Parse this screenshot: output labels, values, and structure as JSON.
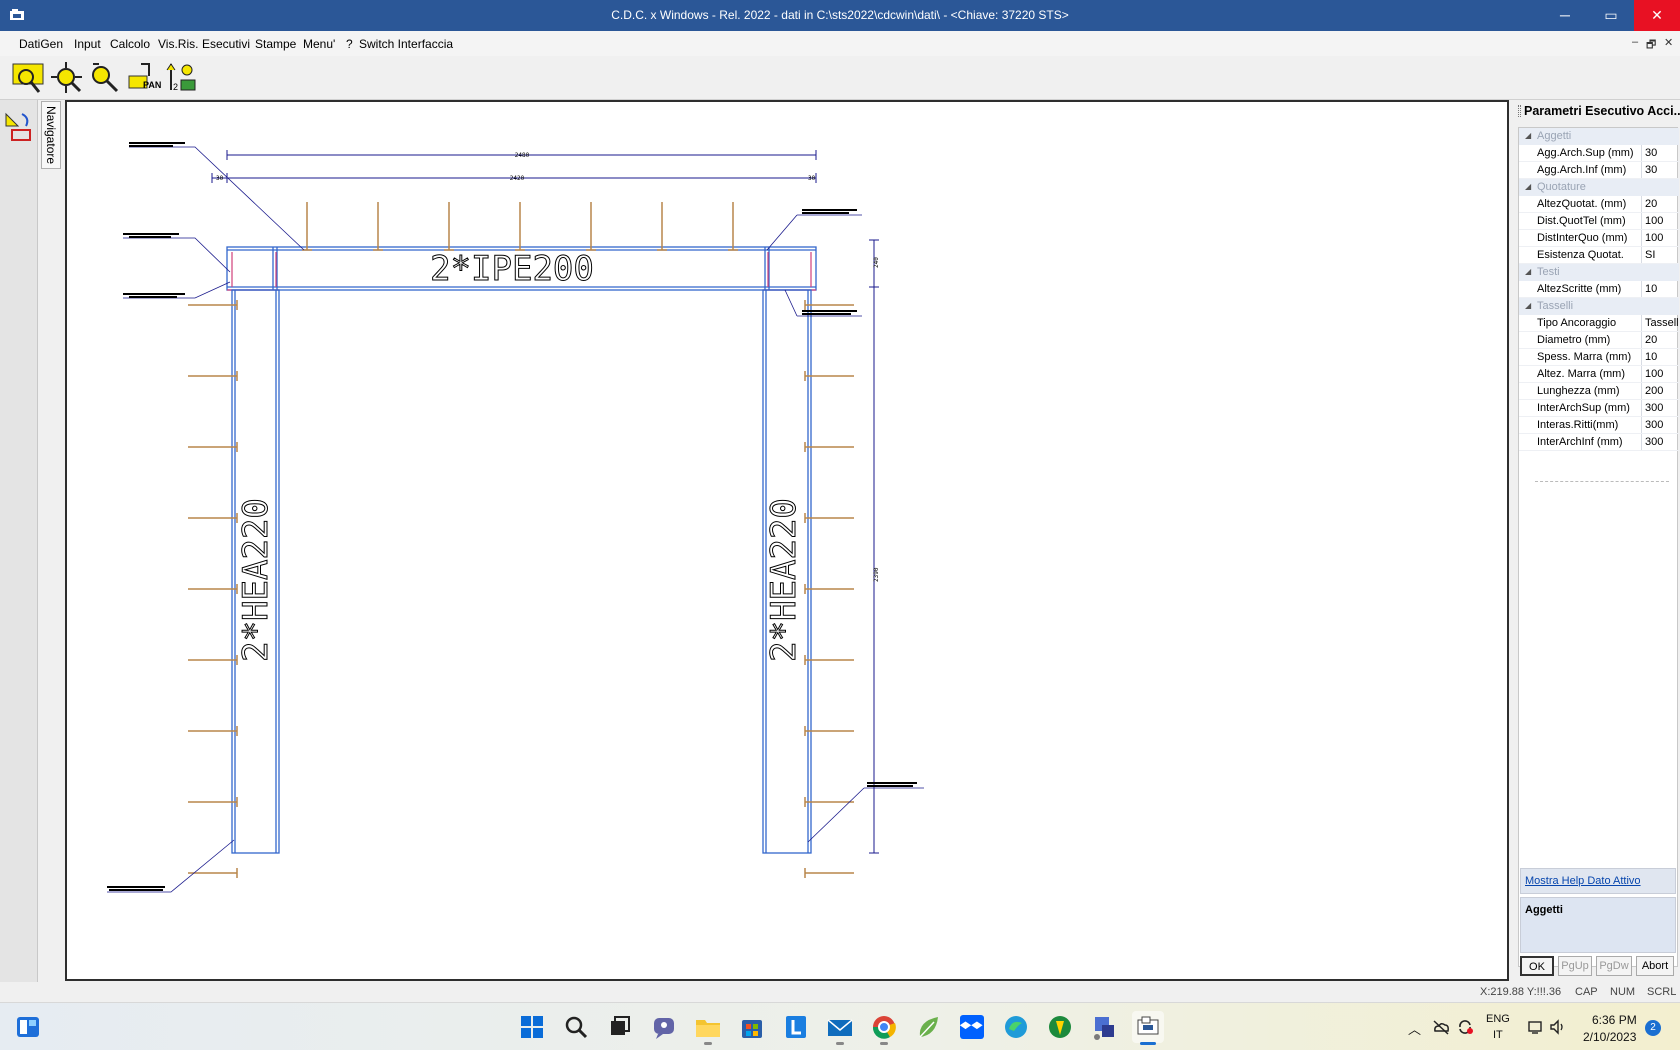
{
  "window": {
    "title": "C.D.C. x Windows - Rel. 2022 - dati in C:\\sts2022\\cdcwin\\dati\\ - <Chiave: 37220 STS>",
    "minimize": "─",
    "maximize": "▭",
    "close": "✕"
  },
  "menu": {
    "items": [
      "DatiGen",
      "Input",
      "Calcolo",
      "Vis.Ris.",
      "Esecutivi",
      "Stampe",
      "Menu'",
      "?",
      "Switch Interfaccia"
    ],
    "mdi_min": "‒",
    "mdi_restore": "🗗",
    "mdi_close": "✕"
  },
  "toolbar": {
    "icons": [
      "zoom-window-icon",
      "zoom-all-icon",
      "zoom-dynamic-icon",
      "pan-icon",
      "redraw-icon"
    ],
    "pan_label": "PAN",
    "redraw_label": "2"
  },
  "navigator": {
    "tab_label": "Navigatore"
  },
  "drawing": {
    "beam_label": "2*IPE200",
    "column_left_label": "2*HEA220",
    "column_right_label": "2*HEA220",
    "dim_top_total": "2480",
    "dim_top_inner": "2420",
    "dim_left_offset": "30",
    "dim_right_offset": "30",
    "dim_vertical_beam": "240",
    "dim_vertical_column": "2390",
    "colors": {
      "steel": "#3366cc",
      "anchor": "#b8864a",
      "dimension": "#1a1a8c",
      "weld": "#d0407a"
    }
  },
  "panel": {
    "title": "Parametri Esecutivo Acci...",
    "groups": [
      {
        "label": "Aggetti",
        "rows": [
          {
            "name": "Agg.Arch.Sup (mm)",
            "value": "30"
          },
          {
            "name": "Agg.Arch.Inf (mm)",
            "value": "30"
          }
        ]
      },
      {
        "label": "Quotature",
        "rows": [
          {
            "name": "AltezQuotat. (mm)",
            "value": "20"
          },
          {
            "name": "Dist.QuotTel (mm)",
            "value": "100"
          },
          {
            "name": "DistInterQuo (mm)",
            "value": "100"
          },
          {
            "name": "Esistenza Quotat.",
            "value": "SI"
          }
        ]
      },
      {
        "label": "Testi",
        "rows": [
          {
            "name": "AltezScritte (mm)",
            "value": "10"
          }
        ]
      },
      {
        "label": "Tasselli",
        "rows": [
          {
            "name": "Tipo Ancoraggio",
            "value": "Tasselli"
          },
          {
            "name": "Diametro    (mm)",
            "value": "20"
          },
          {
            "name": "Spess. Marra (mm)",
            "value": "10"
          },
          {
            "name": "Altez. Marra (mm)",
            "value": "100"
          },
          {
            "name": "Lunghezza    (mm)",
            "value": "200"
          },
          {
            "name": "InterArchSup (mm)",
            "value": "300"
          },
          {
            "name": "Interas.Ritti(mm)",
            "value": "300"
          },
          {
            "name": "InterArchInf (mm)",
            "value": "300"
          }
        ]
      }
    ],
    "help_link": "Mostra Help Dato Attivo",
    "help_text": "Aggetti",
    "buttons": {
      "ok": "OK",
      "pgup": "PgUp",
      "pgdw": "PgDw",
      "abort": "Abort"
    }
  },
  "status": {
    "coords": "X:219.88  Y:!!!.36",
    "cap": "CAP",
    "num": "NUM",
    "scrl": "SCRL"
  },
  "taskbar": {
    "apps": [
      "windows-start-icon",
      "search-icon",
      "task-view-icon",
      "chat-icon",
      "file-explorer-icon",
      "store-icon",
      "l-app-icon",
      "mail-icon",
      "chrome-icon",
      "leaf-app-icon",
      "dropbox-icon",
      "edge-icon",
      "green-app-icon",
      "network-app-icon",
      "cdc-app-icon"
    ],
    "lang_top": "ENG",
    "lang_bottom": "IT",
    "time": "6:36 PM",
    "date": "2/10/2023",
    "notification_count": "2"
  }
}
